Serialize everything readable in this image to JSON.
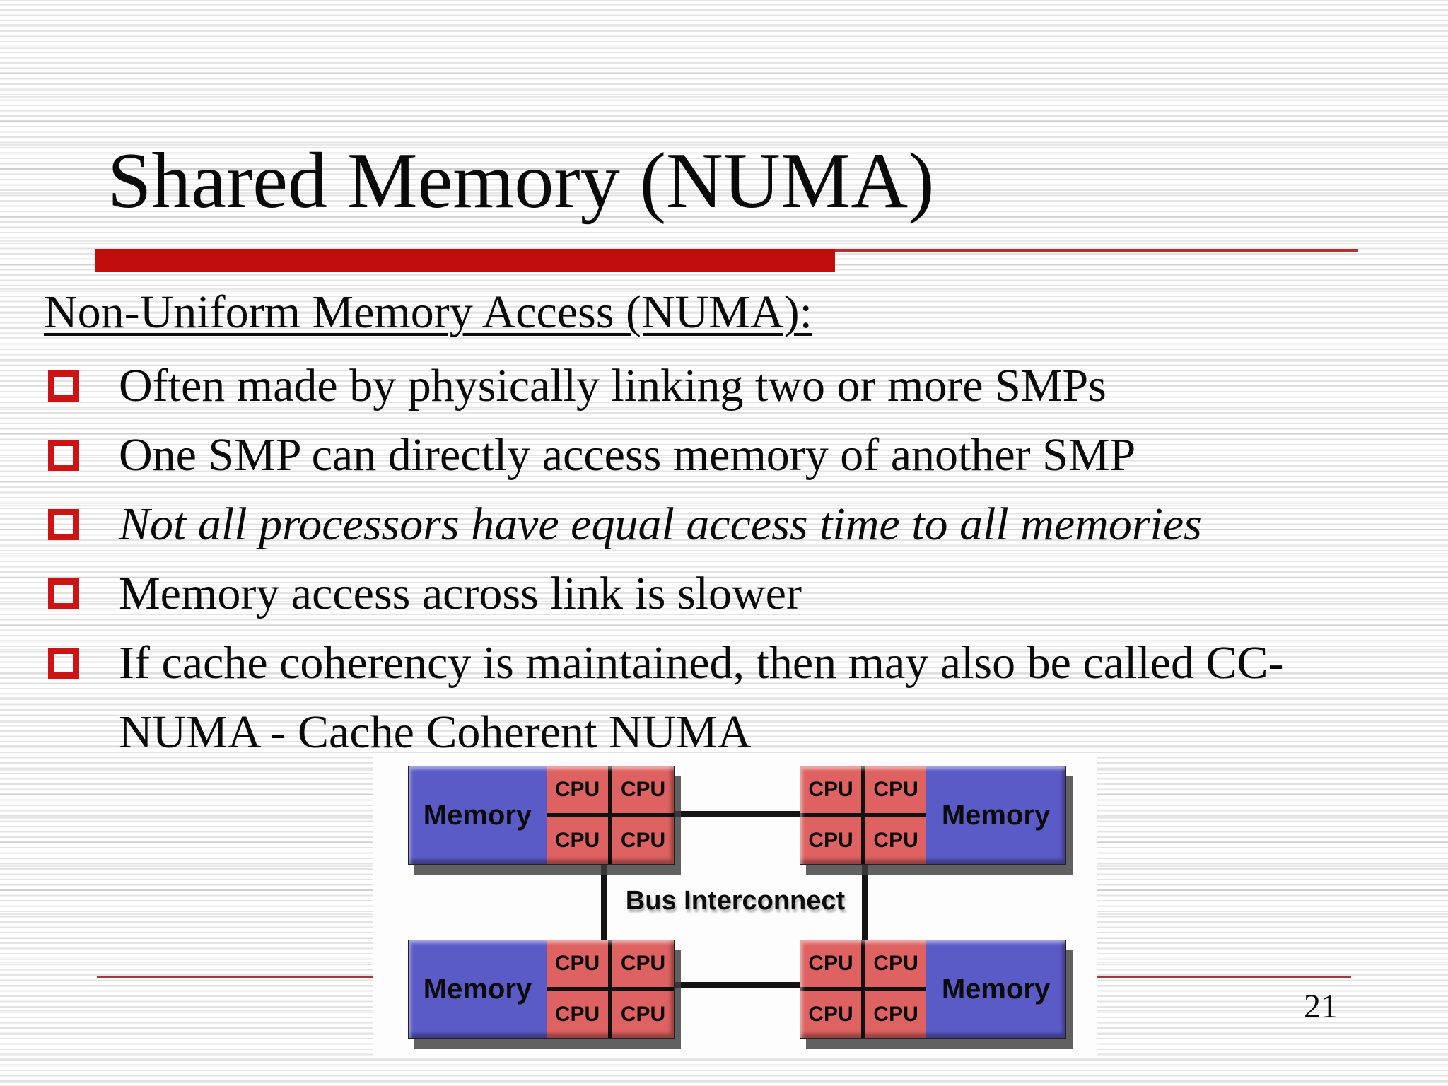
{
  "slide": {
    "title": "Shared Memory (NUMA)",
    "heading": "Non-Uniform Memory Access (NUMA):",
    "bullet_lines": [
      {
        "text": "Often made by physically linking two or more SMPs",
        "marker": true,
        "italic": false
      },
      {
        "text": "One SMP can directly access memory of another SMP",
        "marker": true,
        "italic": false
      },
      {
        "text": "Not all processors have equal access time to all memories",
        "marker": true,
        "italic": true
      },
      {
        "text": "Memory access across link is slower",
        "marker": true,
        "italic": false
      },
      {
        "text": "If cache coherency is maintained, then may also be called CC-",
        "marker": true,
        "italic": false
      },
      {
        "text": "NUMA - Cache Coherent NUMA",
        "marker": false,
        "italic": false
      }
    ],
    "page_number": "21",
    "diagram": {
      "bus_label": "Bus Interconnect",
      "memory_label": "Memory",
      "cpu_label": "CPU",
      "nodes": [
        {
          "memory_side": "left"
        },
        {
          "memory_side": "right"
        },
        {
          "memory_side": "left"
        },
        {
          "memory_side": "right"
        }
      ]
    },
    "colors": {
      "accent_bar_red": "#c20d0d",
      "thin_rule_red": "#b03030",
      "footer_rule_red": "#9e3a3a",
      "bullet_red": "#cc1414",
      "memory_blue": "#5b5bc7",
      "cpu_red": "#df6262",
      "connector_black": "#141414"
    }
  }
}
